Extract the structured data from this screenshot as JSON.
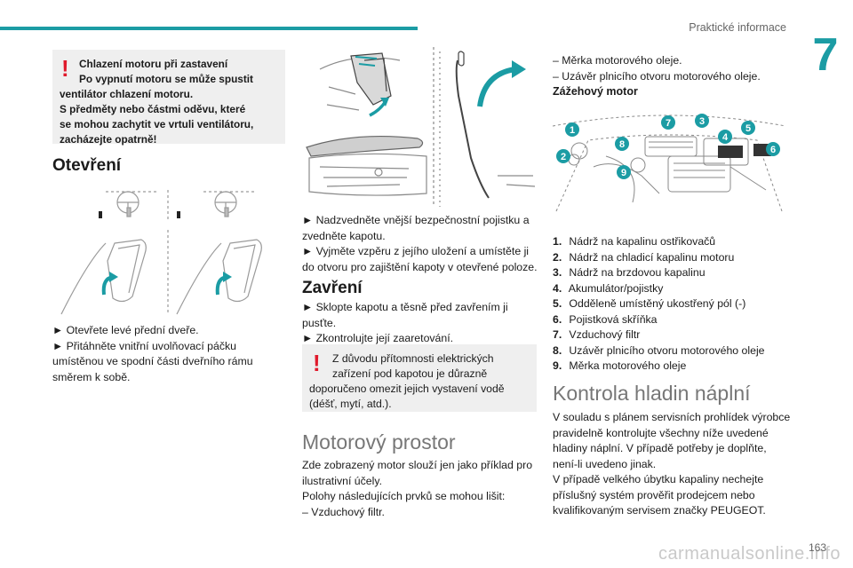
{
  "header": {
    "section_title": "Praktické informace",
    "chapter_number": "7"
  },
  "col1": {
    "warning_lines": [
      "Chlazení motoru při zastavení",
      "Po vypnutí motoru se může spustit",
      "ventilátor chlazení motoru.",
      "S předměty nebo částmi oděvu, které",
      "se mohou zachytit ve vrtuli ventilátoru,",
      "zacházejte opatrně!"
    ],
    "heading_open": "Otevření",
    "open_lines": [
      "► Otevřete levé přední dveře.",
      "► Přitáhněte vnitřní uvolňovací páčku",
      "umístěnou ve spodní části dveřního rámu",
      "směrem k sobě."
    ]
  },
  "col2": {
    "lift_lines": [
      "► Nadzvedněte vnější bezpečnostní pojistku a",
      "zvedněte kapotu.",
      "► Vyjměte vzpěru z jejího uložení a umístěte ji",
      "do otvoru pro zajištění kapoty v otevřené poloze."
    ],
    "heading_close": "Zavření",
    "close_lines": [
      "► Sklopte kapotu a těsně před zavřením ji",
      "pusťte.",
      "► Zkontrolujte její zaaretování."
    ],
    "warning_lines": [
      "Z důvodu přítomnosti elektrických",
      "zařízení pod kapotou je důrazně",
      "doporučeno omezit jejich vystavení vodě",
      "(déšť, mytí, atd.)."
    ],
    "heading_engine": "Motorový prostor",
    "engine_lines": [
      "Zde zobrazený motor slouží jen jako příklad pro",
      "ilustrativní účely.",
      "Polohy následujících prvků se mohou lišit:",
      "– Vzduchový filtr."
    ]
  },
  "col3": {
    "top_lines": [
      "– Měrka motorového oleje.",
      "– Uzávěr plnicího otvoru motorového oleje."
    ],
    "heading_petrol": "Zážehový motor",
    "callouts": [
      "1",
      "2",
      "3",
      "4",
      "5",
      "6",
      "7",
      "8",
      "9"
    ],
    "items": [
      {
        "num": "1.",
        "text": "Nádrž na kapalinu ostřikovačů"
      },
      {
        "num": "2.",
        "text": "Nádrž na chladicí kapalinu motoru"
      },
      {
        "num": "3.",
        "text": "Nádrž na brzdovou kapalinu"
      },
      {
        "num": "4.",
        "text": "Akumulátor/pojistky"
      },
      {
        "num": "5.",
        "text": "Odděleně umístěný ukostřený pól (-)"
      },
      {
        "num": "6.",
        "text": "Pojistková skříňka"
      },
      {
        "num": "7.",
        "text": "Vzduchový filtr"
      },
      {
        "num": "8.",
        "text": "Uzávěr plnicího otvoru motorového oleje"
      },
      {
        "num": "9.",
        "text": "Měrka motorového oleje"
      }
    ],
    "heading_levels": "Kontrola hladin náplní",
    "levels_lines": [
      "V souladu s plánem servisních prohlídek výrobce",
      "pravidelně kontrolujte všechny níže uvedené",
      "hladiny náplní. V případě potřeby je doplňte,",
      "není-li uvedeno jinak.",
      "V případě velkého úbytku kapaliny nechejte",
      "příslušný systém prověřit prodejcem nebo",
      "kvalifikovaným servisem značky PEUGEOT."
    ]
  },
  "footer": {
    "page_number": "163",
    "watermark": "carmanualsonline.info"
  },
  "colors": {
    "accent": "#1b9ca4",
    "warning": "#e01a2c",
    "box_bg": "#efefef"
  }
}
